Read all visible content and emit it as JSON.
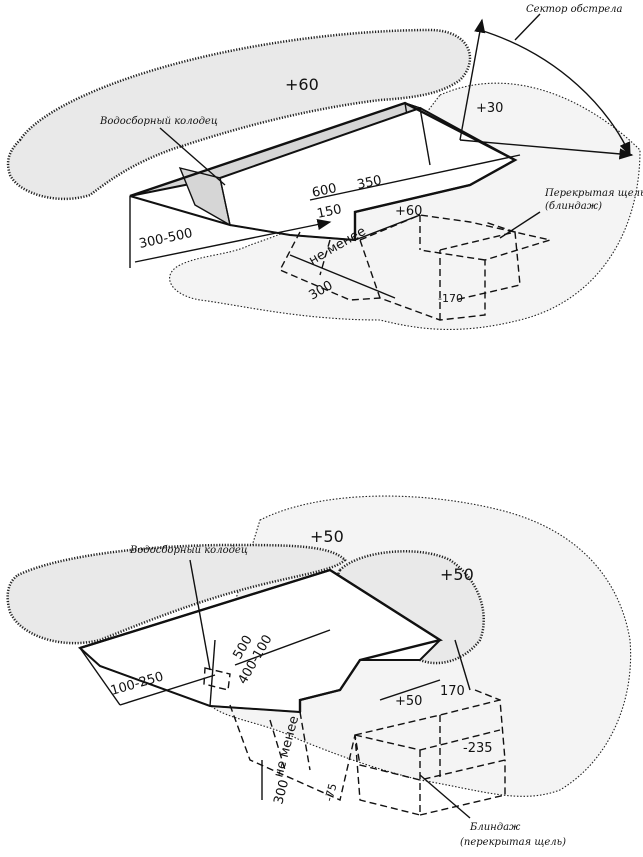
{
  "top_figure": {
    "labels": {
      "sector": "Сектор обстрела",
      "well": "Водосборный колодец",
      "covered_slit_line1": "Перекрытая щель",
      "covered_slit_line2": "(блиндаж)"
    },
    "dims": {
      "parapet_top": "+60",
      "right": "+30",
      "width": "300-500",
      "length": "600",
      "bay": "350",
      "step": "150",
      "step_top": "+60",
      "depth": "-170",
      "min_text": "не менее",
      "min_value": "300"
    }
  },
  "bottom_figure": {
    "labels": {
      "well": "Водосборный колодец",
      "dugout_line1": "Блиндаж",
      "dugout_line2": "(перекрытая щель)"
    },
    "dims": {
      "parapet_top": "+50",
      "right_top": "+50",
      "width": "100-250",
      "length_a": "500",
      "length_b": "400-100",
      "step_top": "+50",
      "step_w": "170",
      "depth_a": "-235",
      "depth_b": "-75",
      "min_text": "не менее",
      "min_value": "300"
    }
  }
}
